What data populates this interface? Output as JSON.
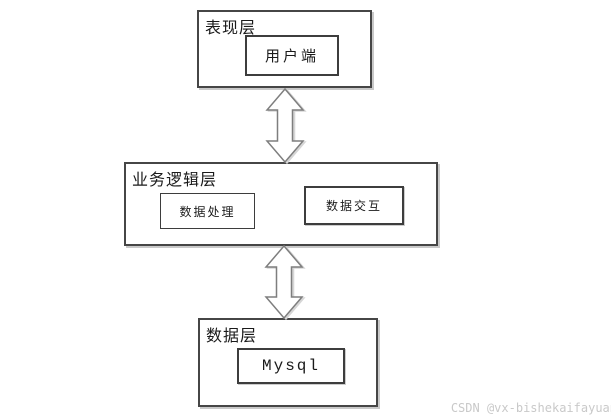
{
  "diagram": {
    "type": "layered-architecture",
    "layers": [
      {
        "id": "presentation",
        "label": "表现层",
        "children": [
          {
            "label": "用户端"
          }
        ]
      },
      {
        "id": "business",
        "label": "业务逻辑层",
        "children": [
          {
            "label": "数据处理"
          },
          {
            "label": "数据交互"
          }
        ]
      },
      {
        "id": "data",
        "label": "数据层",
        "children": [
          {
            "label": "Mysql"
          }
        ]
      }
    ],
    "connectors": [
      {
        "from": "presentation",
        "to": "business",
        "style": "double-headed-block-arrow"
      },
      {
        "from": "business",
        "to": "data",
        "style": "double-headed-block-arrow"
      }
    ]
  },
  "watermark": {
    "text": "CSDN @vx-bishekaifayuan"
  },
  "colors": {
    "background": "#ffffff",
    "box_border": "#464646",
    "box_shadow": "#c9c9c9",
    "arrow_fill": "#ffffff",
    "arrow_stroke": "#7e7e7e",
    "watermark_text": "#c9c9c9"
  }
}
